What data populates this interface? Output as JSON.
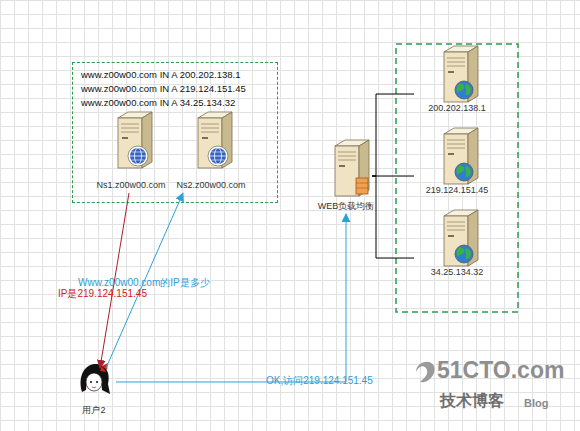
{
  "diagram": {
    "nodes": [
      {
        "text": [
          "www.z00w00.com IN A 200.202.138.1",
          "www.z00w00.com IN A 219.124.151.45",
          "www.z00w00.com IN A 34.25.134.32"
        ]
      },
      {
        "text": [
          "Ns1.z00w00.com"
        ],
        "in": 0
      },
      {
        "text": [
          "Ns2.z00w00.com"
        ],
        "in": 0
      },
      {
        "text": [
          "WEB负载均衡"
        ]
      },
      {
        "text": [
          "200.202.138.1"
        ]
      },
      {
        "text": [
          "219.124.151.45"
        ]
      },
      {
        "text": [
          "34.25.134.32"
        ]
      },
      {
        "text": [
          "用户2"
        ]
      }
    ],
    "edges": [
      {
        "from": 7,
        "to": 2,
        "arrow": "to",
        "label": "Www.z00w00.com的IP是多少"
      },
      {
        "from": 1,
        "to": 7,
        "arrow": "to",
        "label": "IP是219.124.151.45"
      },
      {
        "from": 7,
        "to": 3,
        "arrow": "to",
        "label": "OK,访问219.124.151.45"
      },
      {
        "from": 3,
        "to": 4,
        "arrow": "none"
      },
      {
        "from": 3,
        "to": 5,
        "arrow": "none"
      },
      {
        "from": 3,
        "to": 6,
        "arrow": "none"
      }
    ],
    "labels": [
      "51CTO.com",
      "技术博客",
      "Blog"
    ]
  }
}
